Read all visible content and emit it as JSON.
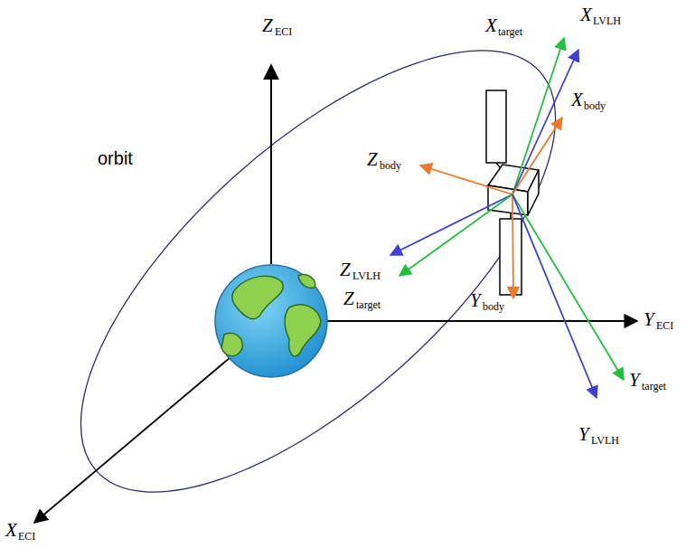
{
  "diagram": {
    "labels": [
      "Z",
      "ECI",
      "X",
      "target",
      "X",
      "LVLH",
      "X",
      "body",
      "Z",
      "body",
      "Z",
      "LVLH",
      "Z",
      "target",
      "Y",
      "body",
      "Y",
      "ECI",
      "Y",
      "target",
      "Y",
      "LVLH",
      "X",
      "ECI",
      "orbit"
    ]
  }
}
